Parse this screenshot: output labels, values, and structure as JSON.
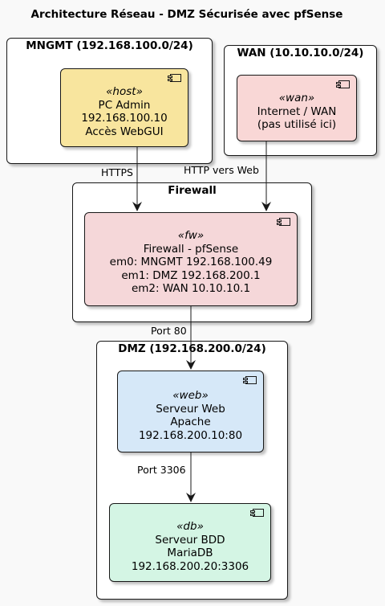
{
  "title": "Architecture Réseau - DMZ Sécurisée avec pfSense",
  "packages": {
    "mngmt": "MNGMT (192.168.100.0/24)",
    "wan": "WAN (10.10.10.0/24)",
    "firewall": "Firewall",
    "dmz": "DMZ (192.168.200.0/24)"
  },
  "nodes": {
    "pc": {
      "stereotype": "«host»",
      "lines": [
        "PC Admin",
        "192.168.100.10",
        "Accès WebGUI"
      ],
      "color": "#f8e59e"
    },
    "wan": {
      "stereotype": "«wan»",
      "lines": [
        "Internet / WAN",
        "(pas utilisé ici)"
      ],
      "color": "#f9d7d6"
    },
    "fw": {
      "stereotype": "«fw»",
      "lines": [
        "Firewall - pfSense",
        "em0: MNGMT 192.168.100.49",
        "em1: DMZ 192.168.200.1",
        "em2: WAN 10.10.10.1"
      ],
      "color": "#f5d7d9"
    },
    "web": {
      "stereotype": "«web»",
      "lines": [
        "Serveur Web",
        "Apache",
        "192.168.200.10:80"
      ],
      "color": "#d6e8f8"
    },
    "db": {
      "stereotype": "«db»",
      "lines": [
        "Serveur BDD",
        "MariaDB",
        "192.168.200.20:3306"
      ],
      "color": "#d4f5e4"
    }
  },
  "edges": {
    "pc_fw": "HTTPS",
    "wan_fw": "HTTP vers Web",
    "fw_web": "Port 80",
    "web_db": "Port 3306"
  }
}
